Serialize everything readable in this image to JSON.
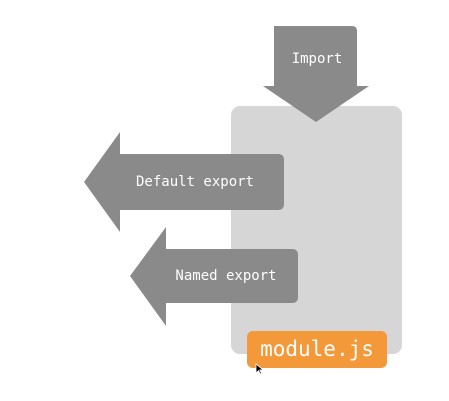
{
  "diagram": {
    "import_label": "Import",
    "default_export_label": "Default export",
    "named_export_label": "Named export",
    "file_name": "module.js"
  },
  "colors": {
    "module_box": "#d6d6d6",
    "arrow": "#8a8a8a",
    "file_badge": "#f4993a",
    "label_text": "#ffffff"
  },
  "icons": {
    "cursor": "mouse-pointer-icon"
  }
}
